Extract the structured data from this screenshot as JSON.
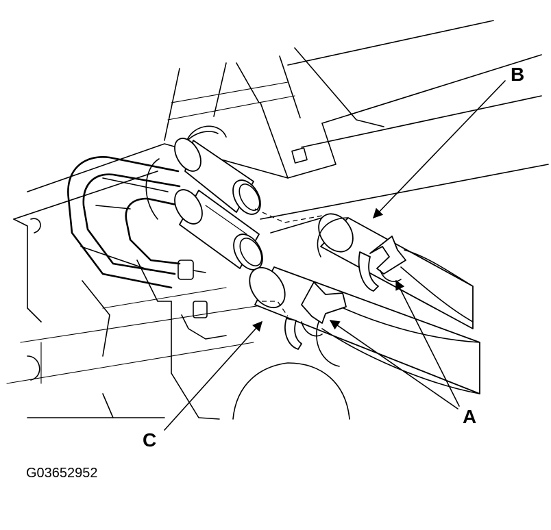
{
  "diagram": {
    "callouts": {
      "a": "A",
      "b": "B",
      "c": "C"
    },
    "figure_id": "G03652952"
  }
}
